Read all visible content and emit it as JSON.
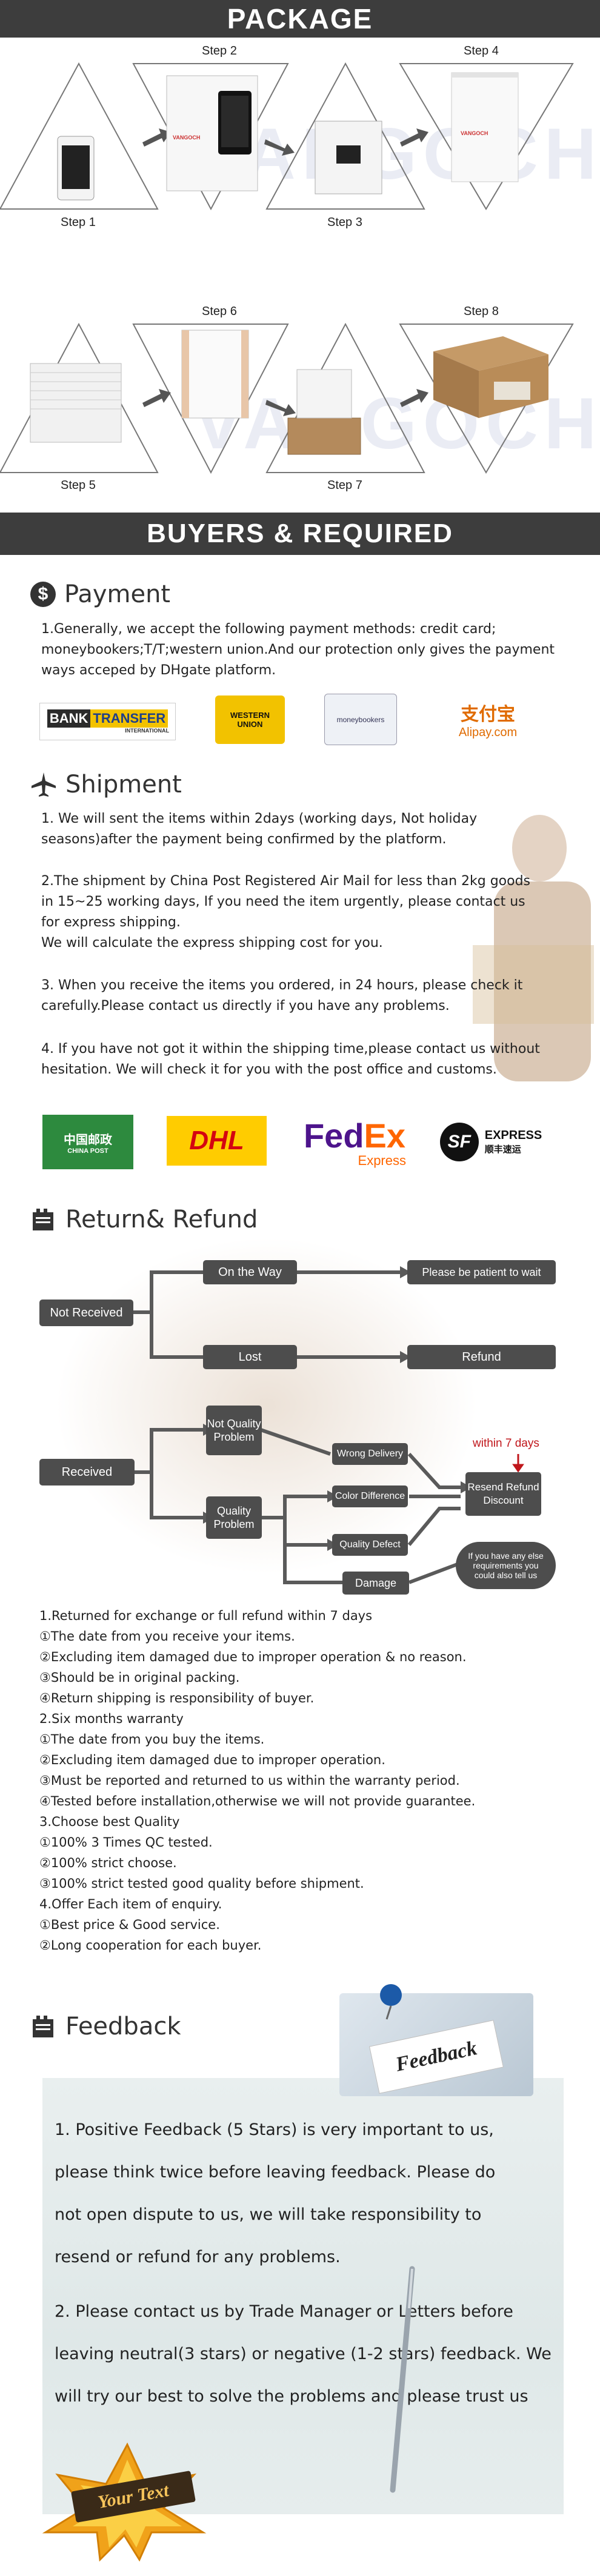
{
  "package": {
    "title": "PACKAGE",
    "watermark": "VANGOCH",
    "steps": [
      "Step 1",
      "Step 2",
      "Step 3",
      "Step 4",
      "Step 5",
      "Step 6",
      "Step 7",
      "Step 8"
    ],
    "box_brand": "VANGOCH"
  },
  "buyers": {
    "title": "BUYERS & REQUIRED"
  },
  "payment": {
    "icon": "dollar-icon",
    "icon_glyph": "$",
    "title": "Payment",
    "text": "1.Generally, we accept the following payment methods: credit card; moneybookers;T/T;western union.And our protection only gives the payment ways acceped by DHgate platform.",
    "logos": {
      "bank": "BANK",
      "transfer": "TRANSFER",
      "international": "INTERNATIONAL",
      "western": "WESTERN",
      "union": "UNION",
      "moneybookers": "moneybookers",
      "alipay_cn": "支付宝",
      "alipay": "Alipay.com"
    }
  },
  "shipment": {
    "icon": "airplane-icon",
    "title": "Shipment",
    "p1": "1. We will sent the items within 2days (working days, Not holiday seasons)after the payment being confirmed by the platform.",
    "p2": "2.The shipment by China Post Registered Air Mail for less than  2kg goods in 15~25 working days, If  you need the item urgently, please contact us for express shipping.",
    "p2b": "We will calculate the express shipping cost for you.",
    "p3": "3. When you receive the items you ordered, in 24 hours, please check  it carefully.Please contact us directly if you have any problems.",
    "p4": "4. If you have not got it within the shipping time,please contact us without hesitation. We will check it for you with the post office and customs.",
    "logos": {
      "china_post_cn": "中国邮政",
      "china_post": "CHINA POST",
      "dhl": "DHL",
      "fed": "Fed",
      "ex": "Ex",
      "express": "Express",
      "sf": "SF",
      "sf_express": "EXPRESS",
      "sf_cn": "顺丰速运"
    }
  },
  "refund": {
    "icon": "return-icon",
    "title": "Return& Refund",
    "nodes": {
      "not_received": "Not Received",
      "on_the_way": "On the Way",
      "be_patient": "Please be patient to wait",
      "lost": "Lost",
      "refund": "Refund",
      "received": "Received",
      "not_quality": "Not Quality Problem",
      "quality": "Quality Problem",
      "wrong_delivery": "Wrong Delivery",
      "color_difference": "Color Difference",
      "quality_defect": "Quality Defect",
      "damage": "Damage",
      "within_7_days": "within 7 days",
      "resend": "Resend Refund Discount",
      "other_req": "If you have any else requirements you could also tell us"
    },
    "list": [
      "1.Returned for exchange or full refund within 7 days",
      "①The date from you receive your items.",
      "②Excluding item damaged due to improper operation & no reason.",
      "③Should be in original packing.",
      "④Return shipping is responsibility of buyer.",
      "2.Six months warranty",
      "①The date from you buy the items.",
      "②Excluding item damaged due to improper operation.",
      "③Must be reported and returned to us within the warranty period.",
      "④Tested before installation,otherwise we will not provide guarantee.",
      "3.Choose best Quality",
      "①100% 3 Times QC tested.",
      "②100% strict choose.",
      "③100% strict tested good quality before shipment.",
      "4.Offer Each item of enquiry.",
      "①Best price & Good service.",
      "②Long cooperation for each buyer."
    ]
  },
  "feedback": {
    "icon": "feedback-icon",
    "title": "Feedback",
    "card": "Feedback",
    "lines": [
      "1. Positive Feedback (5 Stars) is very important to us,",
      "please think twice before leaving feedback. Please do",
      "not open dispute to us,   we will take responsibility to",
      "resend or refund for any problems.",
      "2. Please contact us by Trade Manager or Letters before",
      "leaving neutral(3 stars) or negative (1-2 stars) feedback. We",
      "will try our best to solve the problems and please trust us"
    ],
    "badge": "Your Text"
  }
}
